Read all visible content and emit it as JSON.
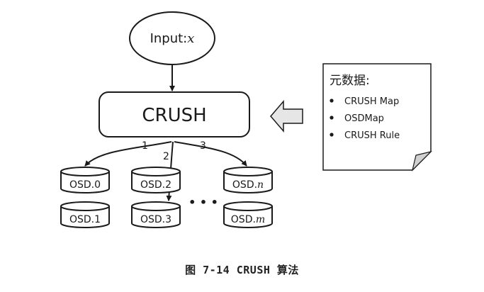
{
  "input": {
    "label": "Input:",
    "var": "x"
  },
  "crush": {
    "label": "CRUSH"
  },
  "arrow_labels": [
    "1",
    "2",
    "3"
  ],
  "osd": {
    "osd0": {
      "base": "OSD.0",
      "suffix": ""
    },
    "osd1": {
      "base": "OSD.1",
      "suffix": ""
    },
    "osd2": {
      "base": "OSD.2",
      "suffix": ""
    },
    "osd3": {
      "base": "OSD.3",
      "suffix": ""
    },
    "osdn": {
      "base": "OSD.",
      "suffix": "n"
    },
    "osdm": {
      "base": "OSD.",
      "suffix": "m"
    }
  },
  "ellipsis": "• • •",
  "metadata": {
    "title": "元数据:",
    "items": [
      "CRUSH Map",
      "OSDMap",
      "CRUSH Rule"
    ]
  },
  "caption": "图 7-14 CRUSH 算法",
  "colors": {
    "stroke": "#1a1a1a",
    "arrow_fill": "#e6e6e6",
    "fold": "#d0d0d0"
  }
}
